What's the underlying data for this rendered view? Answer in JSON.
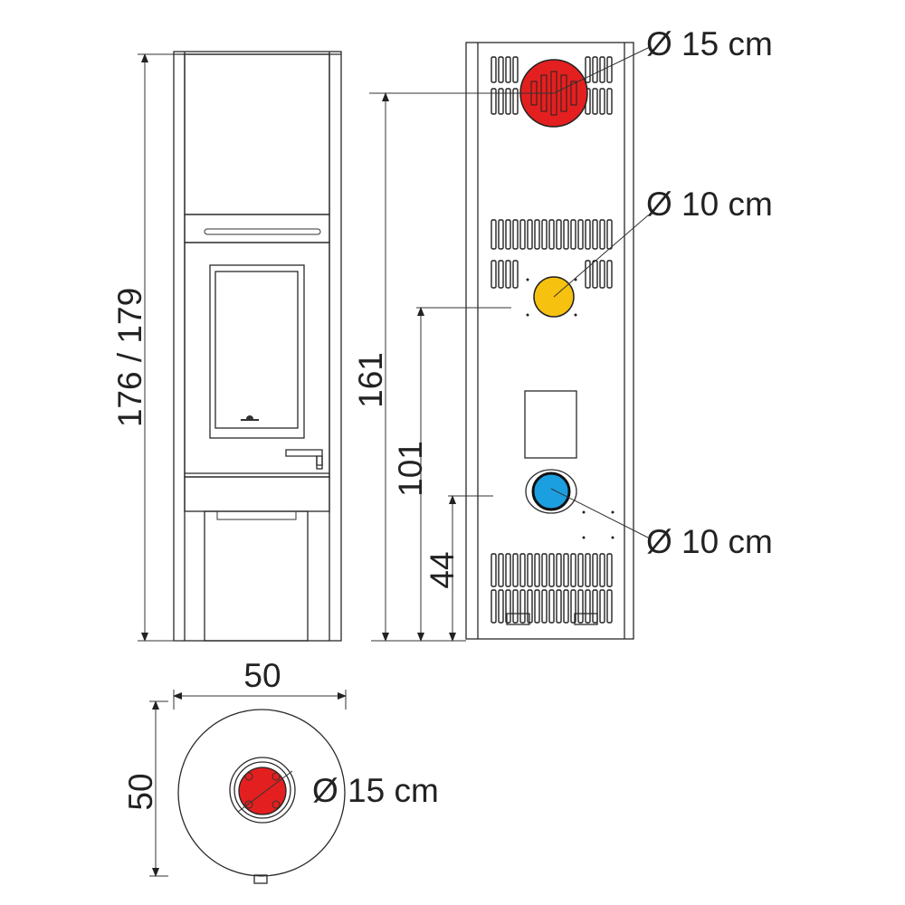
{
  "dimensions": {
    "total_height": "176 / 179",
    "outlet_top_height": "161",
    "outlet_middle_height": "101",
    "outlet_bottom_height": "44",
    "width": "50",
    "depth": "50"
  },
  "connections": {
    "top_flue": "Ø 15 cm",
    "middle_air": "Ø 10 cm",
    "bottom_air": "Ø 10 cm",
    "top_view_flue": "Ø 15 cm"
  },
  "colors": {
    "flue": "#e3201f",
    "air_middle": "#f6c10f",
    "air_bottom": "#1c9fe0"
  }
}
